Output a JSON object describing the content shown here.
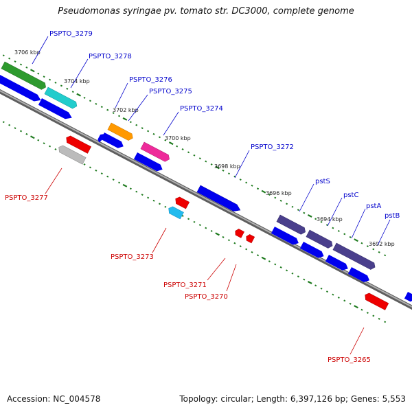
{
  "title": "Pseudomonas syringae pv. tomato str. DC3000, complete genome",
  "footer": {
    "accession": "Accession: NC_004578",
    "summary": "Topology: circular; Length: 6,397,126 bp; Genes: 5,553"
  },
  "colors": {
    "backbone": "#8a8a8a",
    "tick": "#1e7a1e",
    "plus_label": "#0000cc",
    "minus_label": "#cc0000",
    "cds_blue": "#0000ee"
  },
  "scale_labels": [
    "3706 kbp",
    "3704 kbp",
    "3702 kbp",
    "3700 kbp",
    "3698 kbp",
    "3696 kbp",
    "3694 kbp",
    "3692 kbp"
  ],
  "genes": [
    {
      "name": "PSPTO_3279",
      "strand": "plus",
      "color": "#2e9a2e"
    },
    {
      "name": "PSPTO_3278",
      "strand": "plus",
      "color": "#22cccc"
    },
    {
      "name": "PSPTO_3276",
      "strand": "plus",
      "color": "#ff9900"
    },
    {
      "name": "PSPTO_3275",
      "strand": "plus",
      "color": "#0000ee"
    },
    {
      "name": "PSPTO_3274",
      "strand": "plus",
      "color": "#ee2a9a"
    },
    {
      "name": "PSPTO_3272",
      "strand": "plus",
      "color": "#0000ee"
    },
    {
      "name": "pstS",
      "strand": "plus",
      "color": "#4a3f8c"
    },
    {
      "name": "pstC",
      "strand": "plus",
      "color": "#4a3f8c"
    },
    {
      "name": "pstA",
      "strand": "plus",
      "color": "#4a3f8c"
    },
    {
      "name": "pstB",
      "strand": "plus",
      "color": "#4a3f8c"
    },
    {
      "name": "PSPTO_3277",
      "strand": "minus",
      "color": "#bbbbbb"
    },
    {
      "name": "PSPTO_3273",
      "strand": "minus",
      "color": "#22bbee"
    },
    {
      "name": "PSPTO_3271",
      "strand": "minus",
      "color": "#ee0000"
    },
    {
      "name": "PSPTO_3270",
      "strand": "minus",
      "color": "#ee0000"
    },
    {
      "name": "PSPTO_3265",
      "strand": "minus",
      "color": "#ee0000"
    }
  ]
}
